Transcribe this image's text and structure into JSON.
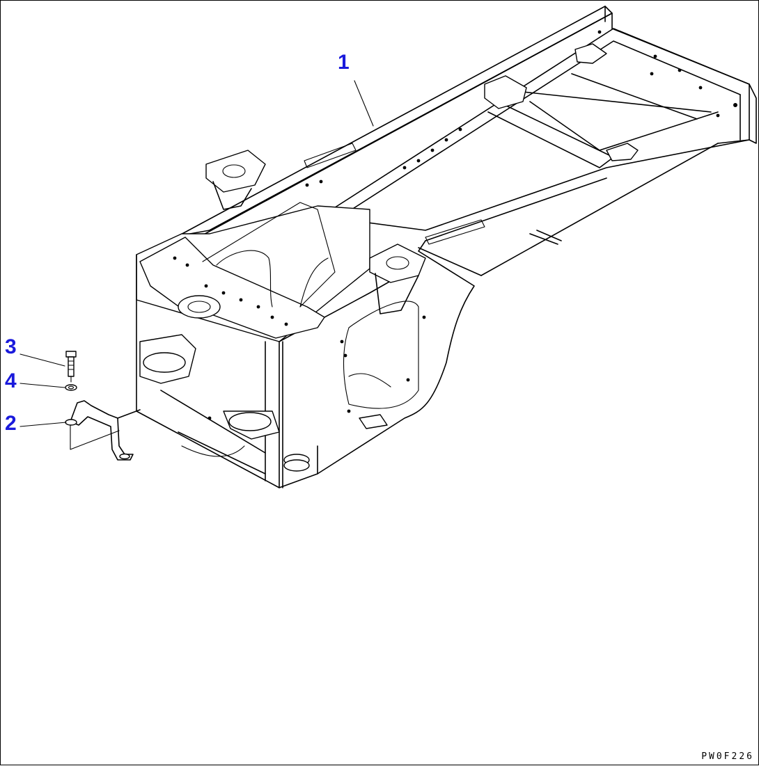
{
  "callouts": {
    "c1": "1",
    "c2": "2",
    "c3": "3",
    "c4": "4"
  },
  "drawing_code": "PW0F226",
  "colors": {
    "callout_text": "#1a1adc",
    "line_art": "#000000",
    "background": "#ffffff"
  }
}
